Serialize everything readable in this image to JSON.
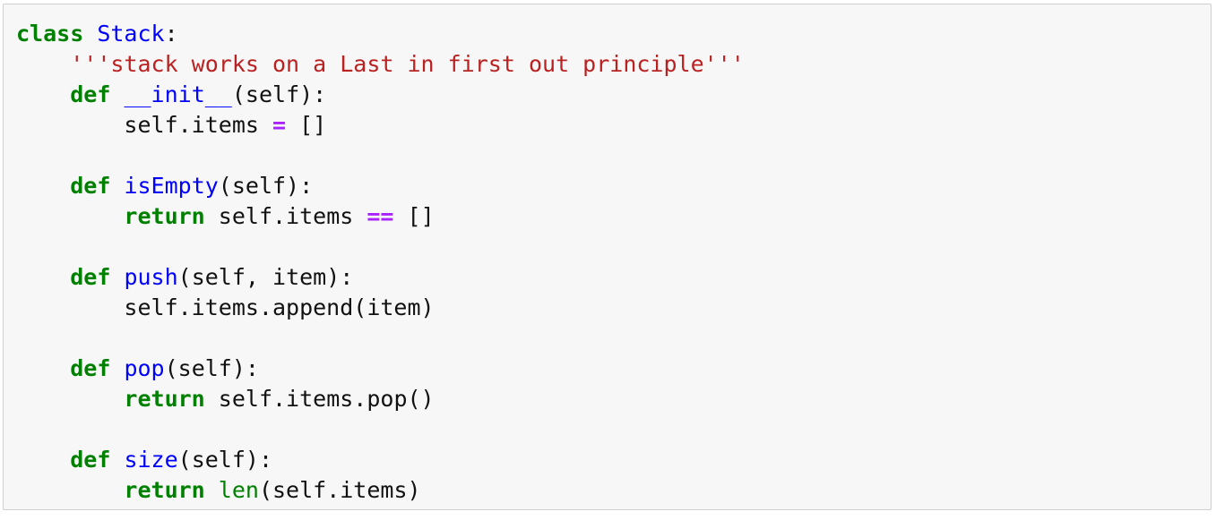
{
  "cell": {
    "background": "#f7f7f7",
    "border": "#cfcfcf"
  },
  "colors": {
    "keyword": "#008000",
    "name": "#0000ff",
    "string": "#ba2121",
    "operator": "#aa22ff",
    "text": "#111111"
  },
  "code": {
    "lines": [
      [
        {
          "t": "class",
          "c": "kw"
        },
        {
          "t": " ",
          "c": "plain"
        },
        {
          "t": "Stack",
          "c": "cls"
        },
        {
          "t": ":",
          "c": "plain"
        }
      ],
      [
        {
          "t": "    ",
          "c": "plain"
        },
        {
          "t": "'''stack works on a Last in first out principle'''",
          "c": "str"
        }
      ],
      [
        {
          "t": "    ",
          "c": "plain"
        },
        {
          "t": "def",
          "c": "kw"
        },
        {
          "t": " ",
          "c": "plain"
        },
        {
          "t": "__init__",
          "c": "def"
        },
        {
          "t": "(self):",
          "c": "plain"
        }
      ],
      [
        {
          "t": "        self.items ",
          "c": "plain"
        },
        {
          "t": "=",
          "c": "op"
        },
        {
          "t": " []",
          "c": "plain"
        }
      ],
      [],
      [
        {
          "t": "    ",
          "c": "plain"
        },
        {
          "t": "def",
          "c": "kw"
        },
        {
          "t": " ",
          "c": "plain"
        },
        {
          "t": "isEmpty",
          "c": "def"
        },
        {
          "t": "(self):",
          "c": "plain"
        }
      ],
      [
        {
          "t": "        ",
          "c": "plain"
        },
        {
          "t": "return",
          "c": "kw"
        },
        {
          "t": " self.items ",
          "c": "plain"
        },
        {
          "t": "==",
          "c": "op"
        },
        {
          "t": " []",
          "c": "plain"
        }
      ],
      [],
      [
        {
          "t": "    ",
          "c": "plain"
        },
        {
          "t": "def",
          "c": "kw"
        },
        {
          "t": " ",
          "c": "plain"
        },
        {
          "t": "push",
          "c": "def"
        },
        {
          "t": "(self, item):",
          "c": "plain"
        }
      ],
      [
        {
          "t": "        self.items.append(item)",
          "c": "plain"
        }
      ],
      [],
      [
        {
          "t": "    ",
          "c": "plain"
        },
        {
          "t": "def",
          "c": "kw"
        },
        {
          "t": " ",
          "c": "plain"
        },
        {
          "t": "pop",
          "c": "def"
        },
        {
          "t": "(self):",
          "c": "plain"
        }
      ],
      [
        {
          "t": "        ",
          "c": "plain"
        },
        {
          "t": "return",
          "c": "kw"
        },
        {
          "t": " self.items.pop()",
          "c": "plain"
        }
      ],
      [],
      [
        {
          "t": "    ",
          "c": "plain"
        },
        {
          "t": "def",
          "c": "kw"
        },
        {
          "t": " ",
          "c": "plain"
        },
        {
          "t": "size",
          "c": "def"
        },
        {
          "t": "(self):",
          "c": "plain"
        }
      ],
      [
        {
          "t": "        ",
          "c": "plain"
        },
        {
          "t": "return",
          "c": "kw"
        },
        {
          "t": " ",
          "c": "plain"
        },
        {
          "t": "len",
          "c": "builtin"
        },
        {
          "t": "(self.items)",
          "c": "plain"
        }
      ]
    ]
  }
}
